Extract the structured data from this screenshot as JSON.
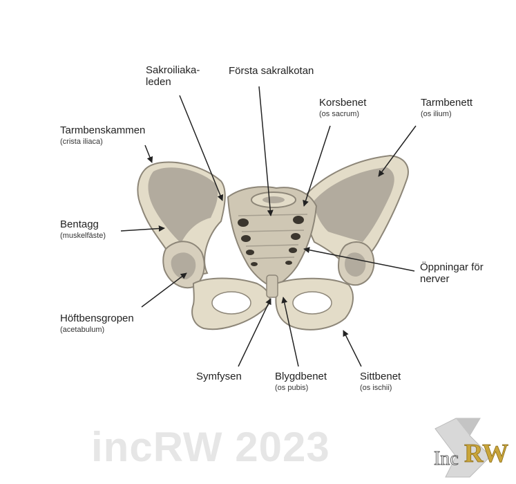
{
  "labels": {
    "sacroiliac": "Sakroiliaka-\nleden",
    "first_sacral": "Första sakralkotan",
    "sacrum": "Korsbenet",
    "sacrum_latin": "(os sacrum)",
    "ilium": "Tarmbenett",
    "ilium_latin": "(os ilium)",
    "iliac_crest": "Tarmbenskammen",
    "iliac_crest_latin": "(crista iliaca)",
    "spine": "Bentagg",
    "spine_latin": "(muskelfäste)",
    "nerve_openings": "Öppningar för\nnerver",
    "acetabulum": "Höftbensgropen",
    "acetabulum_latin": "(acetabulum)",
    "symphysis": "Symfysen",
    "pubis": "Blygdbenet",
    "pubis_latin": "(os pubis)",
    "ischium": "Sittbenet",
    "ischium_latin": "(os ischii)"
  },
  "watermark": "incRW 2023",
  "logo": {
    "text_inc": "Inc",
    "text_rw": "RW"
  },
  "colors": {
    "bone": "#e3dcc8",
    "bone_shade": "#b2ab9e",
    "bone_dark": "#8d8678",
    "line": "#222222",
    "logo_gold": "#c9a53a"
  }
}
